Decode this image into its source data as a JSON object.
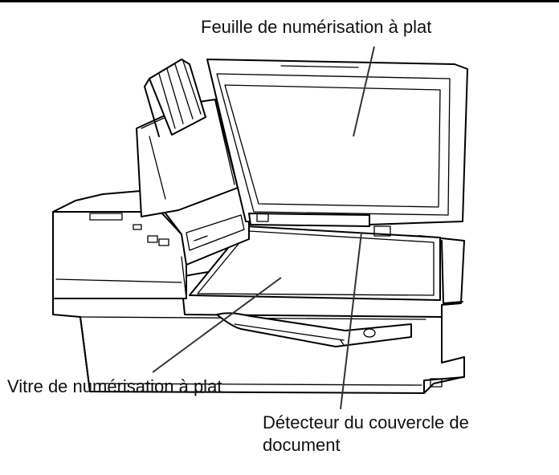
{
  "labels": {
    "flatbed_sheet": "Feuille de numérisation à plat",
    "flatbed_glass": "Vitre de numérisation à plat",
    "cover_sensor_line1": "Détecteur du couvercle de",
    "cover_sensor_line2": "document"
  }
}
